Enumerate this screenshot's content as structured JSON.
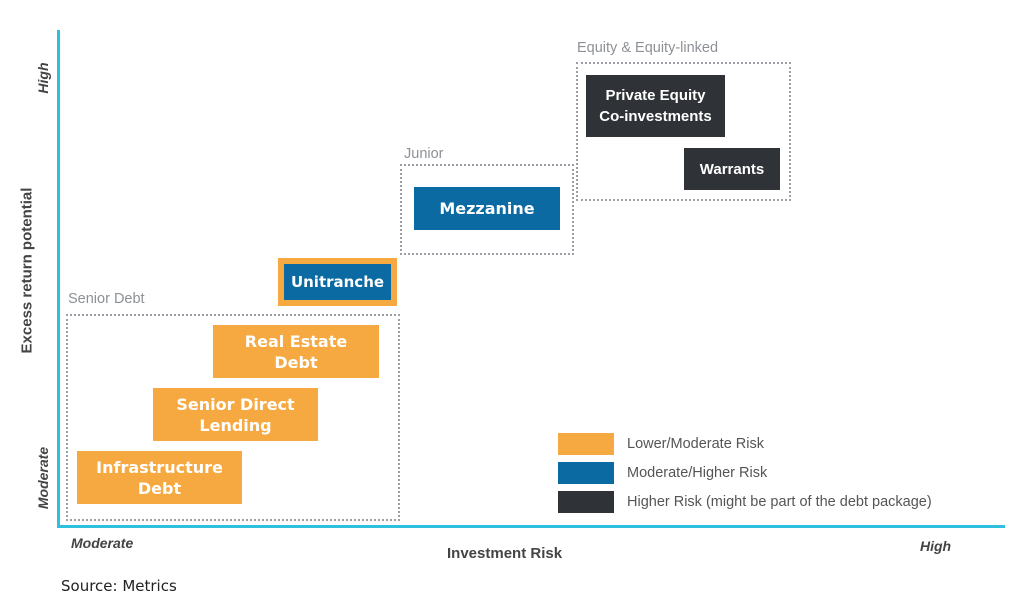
{
  "chart_data": {
    "type": "diagram",
    "title": "",
    "xlabel": "Investment Risk",
    "ylabel": "Excess return potential",
    "x_ticks": [
      "Moderate",
      "High"
    ],
    "y_ticks": [
      "Moderate",
      "High"
    ],
    "groups": [
      {
        "name": "Senior Debt",
        "items": [
          "Infrastructure Debt",
          "Senior Direct Lending",
          "Real Estate Debt"
        ]
      },
      {
        "name": "Junior",
        "items": [
          "Mezzanine"
        ]
      },
      {
        "name": "Equity & Equity-linked",
        "items": [
          "Private Equity Co-investments",
          "Warrants"
        ]
      }
    ],
    "items": [
      {
        "label": "Infrastructure Debt",
        "risk": "Lower/Moderate Risk",
        "order": 1
      },
      {
        "label": "Senior Direct Lending",
        "risk": "Lower/Moderate Risk",
        "order": 2
      },
      {
        "label": "Real Estate Debt",
        "risk": "Lower/Moderate Risk",
        "order": 3
      },
      {
        "label": "Unitranche",
        "risk": "Moderate/Higher Risk (orange border)",
        "order": 4
      },
      {
        "label": "Mezzanine",
        "risk": "Moderate/Higher Risk",
        "order": 5
      },
      {
        "label": "Warrants",
        "risk": "Higher Risk",
        "order": 6
      },
      {
        "label": "Private Equity Co-investments",
        "risk": "Higher Risk",
        "order": 7
      }
    ],
    "legend": [
      {
        "label": "Lower/Moderate Risk",
        "color": "#f7a941"
      },
      {
        "label": "Moderate/Higher Risk",
        "color": "#0b6aa2"
      },
      {
        "label": "Higher Risk (might be part of the debt package)",
        "color": "#2f3236"
      }
    ]
  },
  "axes": {
    "y_label": "Excess return potential",
    "y_high": "High",
    "y_low": "Moderate",
    "x_label": "Investment Risk",
    "x_low": "Moderate",
    "x_high": "High"
  },
  "groups": {
    "senior": "Senior Debt",
    "junior": "Junior",
    "equity": "Equity & Equity-linked"
  },
  "boxes": {
    "infrastructure": {
      "line1": "Infrastructure",
      "line2": "Debt"
    },
    "senior_direct": {
      "line1": "Senior Direct",
      "line2": "Lending"
    },
    "real_estate": {
      "line1": "Real Estate",
      "line2": "Debt"
    },
    "unitranche": "Unitranche",
    "mezzanine": "Mezzanine",
    "private_equity": {
      "line1": "Private Equity",
      "line2": "Co-investments"
    },
    "warrants": "Warrants"
  },
  "legend": [
    {
      "label": "Lower/Moderate Risk",
      "color": "#f7a941"
    },
    {
      "label": "Moderate/Higher Risk",
      "color": "#0b6aa2"
    },
    {
      "label": "Higher Risk (might be part of the debt package)",
      "color": "#2f3236"
    }
  ],
  "colors": {
    "axis": "#2ec0dc",
    "orange": "#f7a941",
    "blue": "#0b6aa2",
    "dark": "#2f3236"
  },
  "source": "Source: Metrics"
}
